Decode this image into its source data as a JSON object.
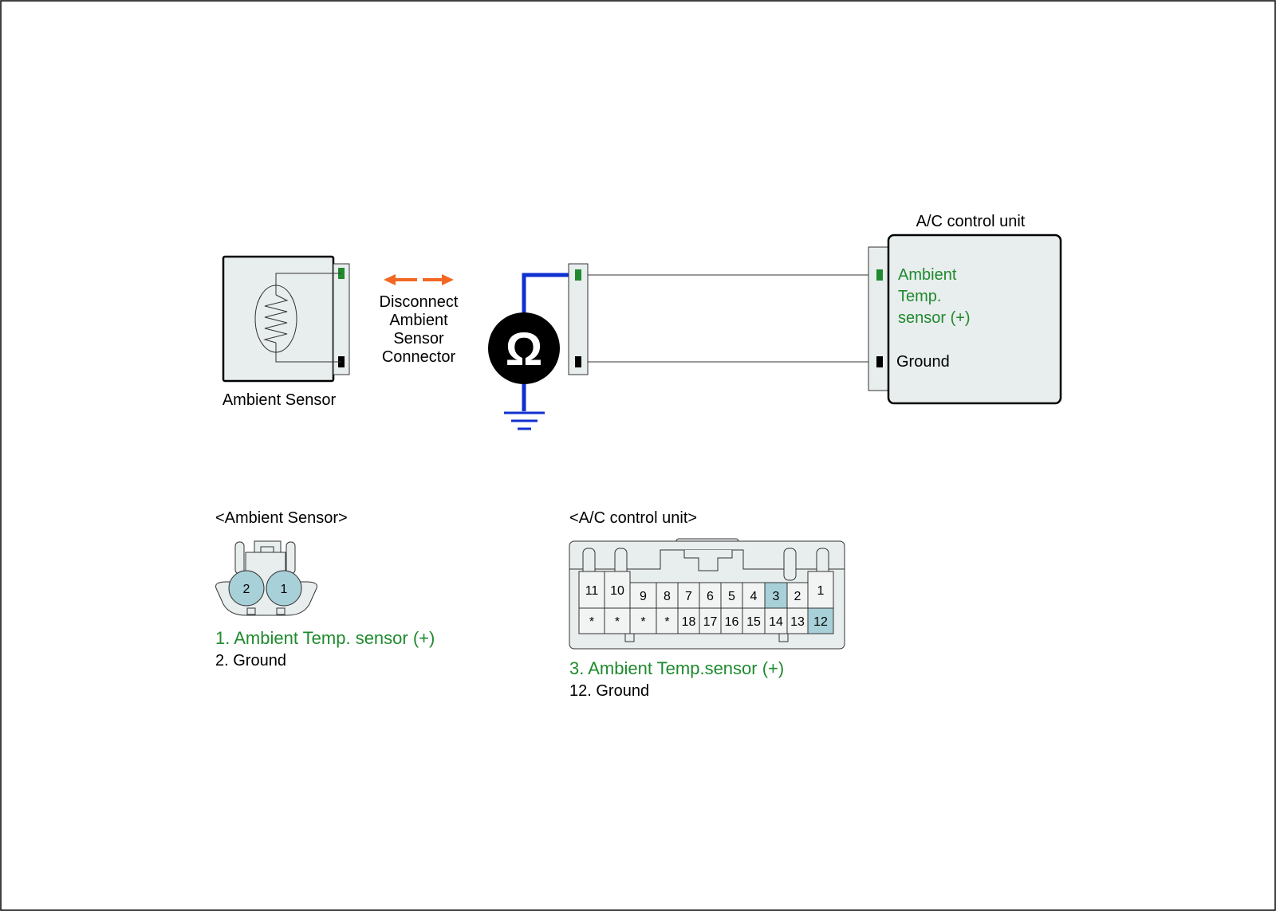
{
  "colors": {
    "green": "#1f8a2e",
    "black": "#000000",
    "orange": "#f26722",
    "blue": "#1030d0",
    "panel": "#e8eded",
    "pin_highlight": "#a8d0d8",
    "stroke": "#333333"
  },
  "icons": {
    "ohmmeter": "ohmmeter-icon",
    "ground": "ground-symbol-icon",
    "disconnect": "disconnect-arrows-icon",
    "thermistor": "thermistor-icon"
  },
  "diagram": {
    "ambient_sensor_label": "Ambient Sensor",
    "disconnect_label": [
      "Disconnect",
      "Ambient",
      "Sensor",
      "Connector"
    ],
    "ohm_symbol": "Ω",
    "control_unit_title": "A/C control unit",
    "control_unit_pins": {
      "signal": [
        "Ambient",
        "Temp.",
        "sensor (+)"
      ],
      "ground": "Ground"
    }
  },
  "ambient_connector": {
    "title": "<Ambient Sensor>",
    "pins": [
      "2",
      "1"
    ],
    "legend": [
      {
        "text": "1. Ambient Temp. sensor (+)",
        "color": "green"
      },
      {
        "text": "2. Ground",
        "color": "black"
      }
    ]
  },
  "control_connector": {
    "title": "<A/C control unit>",
    "top_row": [
      "11",
      "10",
      "9",
      "8",
      "7",
      "6",
      "5",
      "4",
      "3",
      "2",
      "1"
    ],
    "bottom_row": [
      "*",
      "*",
      "*",
      "*",
      "18",
      "17",
      "16",
      "15",
      "14",
      "13",
      "12"
    ],
    "highlighted": [
      "3",
      "12"
    ],
    "legend": [
      {
        "text": "3. Ambient Temp.sensor (+)",
        "color": "green"
      },
      {
        "text": "12. Ground",
        "color": "black"
      }
    ]
  }
}
